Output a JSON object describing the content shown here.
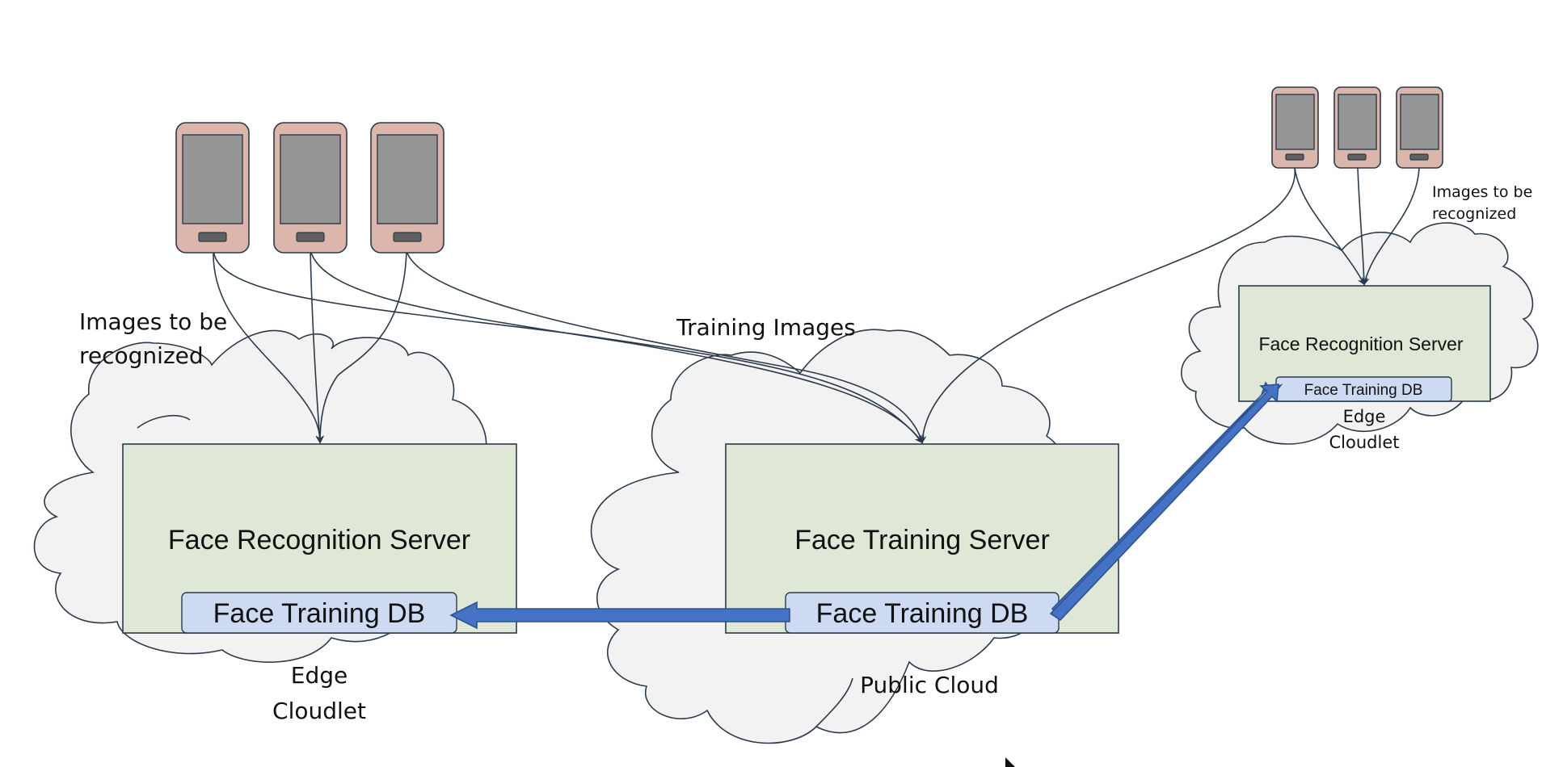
{
  "left_cloudlet": {
    "server_label": "Face Recognition Server",
    "db_label": "Face Training DB",
    "cloud_label_line1": "Edge",
    "cloud_label_line2": "Cloudlet",
    "images_label_line1": "Images to be",
    "images_label_line2": "recognized"
  },
  "public_cloud": {
    "server_label": "Face Training Server",
    "db_label": "Face Training DB",
    "cloud_label": "Public Cloud",
    "training_label": "Training Images"
  },
  "right_cloudlet": {
    "server_label": "Face Recognition Server",
    "db_label": "Face Training DB",
    "cloud_label_line1": "Edge",
    "cloud_label_line2": "Cloudlet",
    "images_label_line1": "Images to be",
    "images_label_line2": "recognized"
  },
  "colors": {
    "cloud_fill": "#f2f2f2",
    "server_fill": "#dfe8d7",
    "db_fill": "#cddaf2",
    "phone_body": "#dcb6ab",
    "phone_screen": "#969696",
    "arrow_fill": "#4472c4",
    "outline": "#2b3a4a"
  },
  "icons": {
    "device": "smartphone-icon",
    "region": "cloud-icon"
  }
}
